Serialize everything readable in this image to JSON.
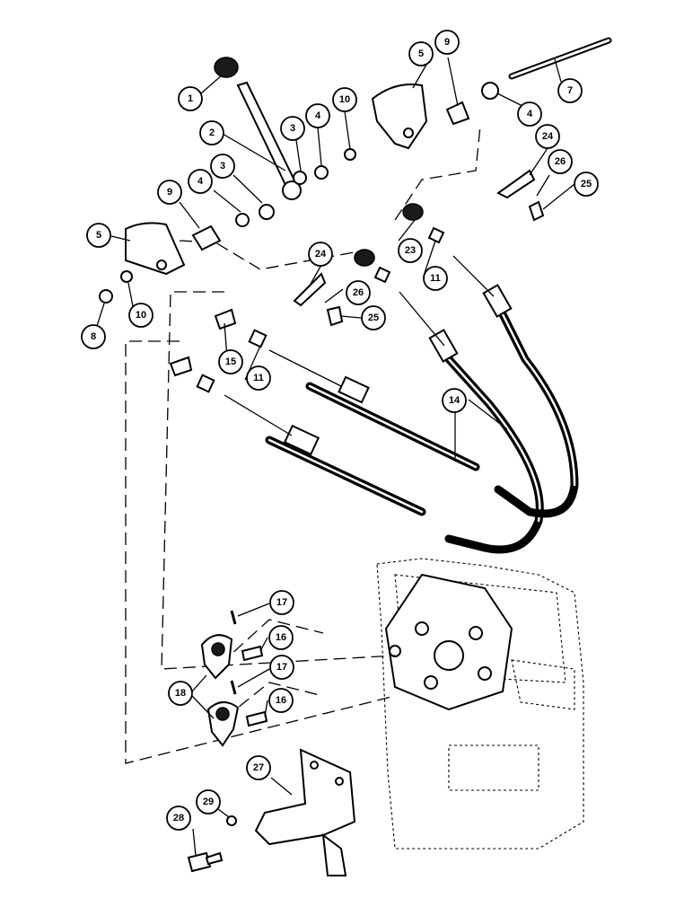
{
  "callouts": {
    "c1": "1",
    "c2": "2",
    "c3a": "3",
    "c3b": "3",
    "c4a": "4",
    "c4b": "4",
    "c4c": "4",
    "c5a": "5",
    "c5b": "5",
    "c7": "7",
    "c8": "8",
    "c9a": "9",
    "c9b": "9",
    "c10a": "10",
    "c10b": "10",
    "c11a": "11",
    "c11b": "11",
    "c14": "14",
    "c15": "15",
    "c16a": "16",
    "c16b": "16",
    "c17a": "17",
    "c17b": "17",
    "c18": "18",
    "c23": "23",
    "c24a": "24",
    "c24b": "24",
    "c25a": "25",
    "c25b": "25",
    "c26a": "26",
    "c26b": "26",
    "c27": "27",
    "c28": "28",
    "c29": "29"
  },
  "colors": {
    "ink": "#000000",
    "paper": "#ffffff"
  }
}
